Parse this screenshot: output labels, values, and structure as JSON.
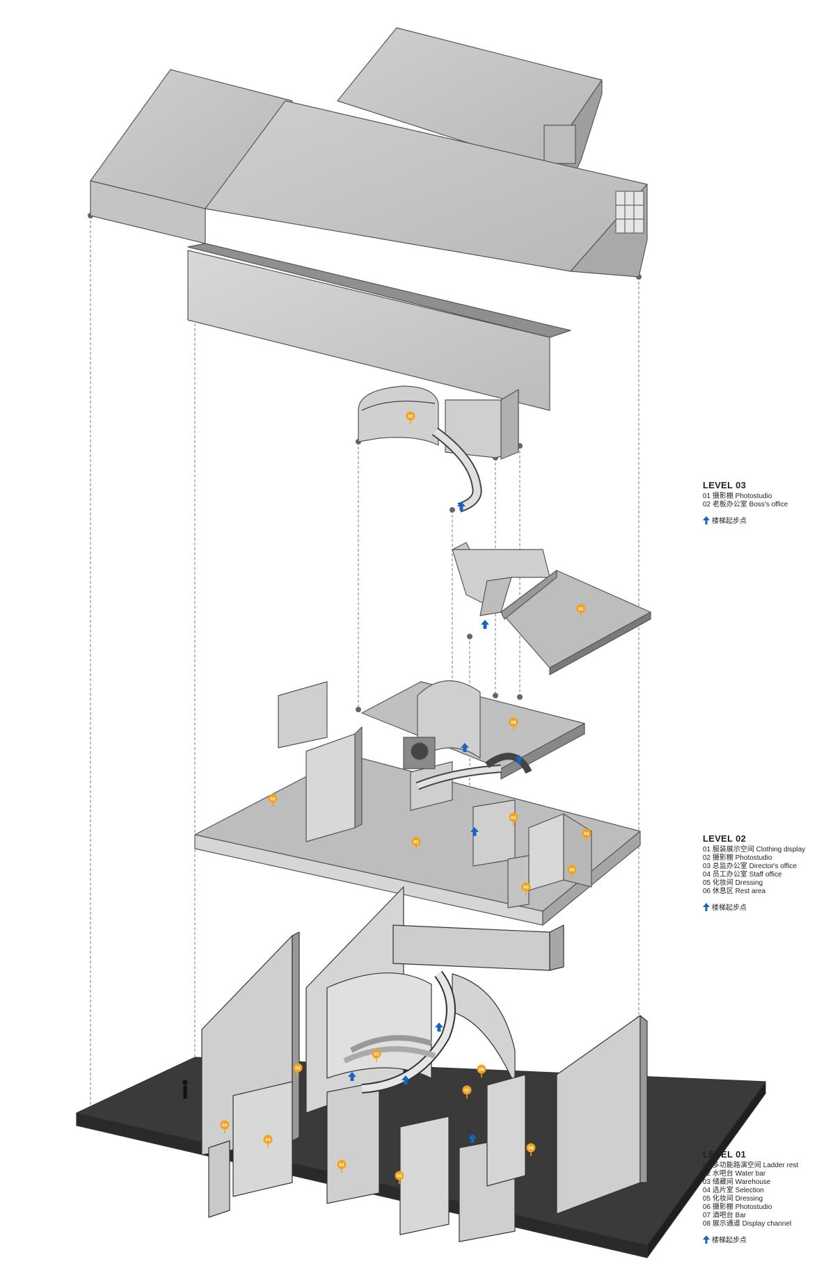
{
  "levels": [
    {
      "id": "level-03",
      "title": "LEVEL 03",
      "items": [
        "01 摄影棚  Photostudio",
        "02 老板办公室  Boss's office"
      ],
      "stair_note": "楼梯起步点"
    },
    {
      "id": "level-02",
      "title": "LEVEL 02",
      "items": [
        "01 服装展示空间  Clothing display",
        "02 摄影棚  Photostudio",
        "03 总监办公室  Director's office",
        "04 员工办公室  Staff office",
        "05 化妆间  Dressing",
        "06 休息区  Rest area"
      ],
      "stair_note": "楼梯起步点"
    },
    {
      "id": "level-01",
      "title": "LEVEL 01",
      "items": [
        "01 多功能路演空间  Ladder rest",
        "02 水吧台  Water bar",
        "03 储藏间  Warehouse",
        "04 选片室  Selection",
        "05 化妆间  Dressing",
        "06 摄影棚  Photostudio",
        "07 酒吧台  Bar",
        "08 展示通道  Display channel"
      ],
      "stair_note": "楼梯起步点"
    }
  ],
  "markers": {
    "level03": [
      "02",
      "01"
    ],
    "level02": [
      "06",
      "02",
      "01",
      "03",
      "04",
      "05",
      "05"
    ],
    "level01": [
      "01",
      "02",
      "08",
      "07",
      "03",
      "04",
      "04",
      "05",
      "06"
    ]
  },
  "colors": {
    "marker": "#f5a21b",
    "stair_arrow": "#1565c0",
    "roof": "#c9c9c9",
    "slab_top": "#bdbdbd",
    "ground": "#3a3a3a"
  },
  "icons": {
    "stair_start": "up-arrow-icon"
  }
}
